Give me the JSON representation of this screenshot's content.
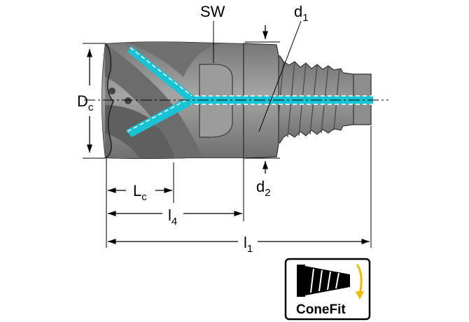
{
  "labels": {
    "sw": "SW",
    "d1_main": "d",
    "d1_sub": "1",
    "d2_main": "d",
    "d2_sub": "2",
    "dc_main": "D",
    "dc_sub": "c",
    "lc_main": "L",
    "lc_sub": "c",
    "l4_main": "l",
    "l4_sub": "4",
    "l1_main": "l",
    "l1_sub": "1"
  },
  "badge": {
    "text": "ConeFit"
  },
  "colors": {
    "body": "#8a8a8a",
    "coolant": "#19c3d4",
    "badge_accent": "#f5b800"
  }
}
